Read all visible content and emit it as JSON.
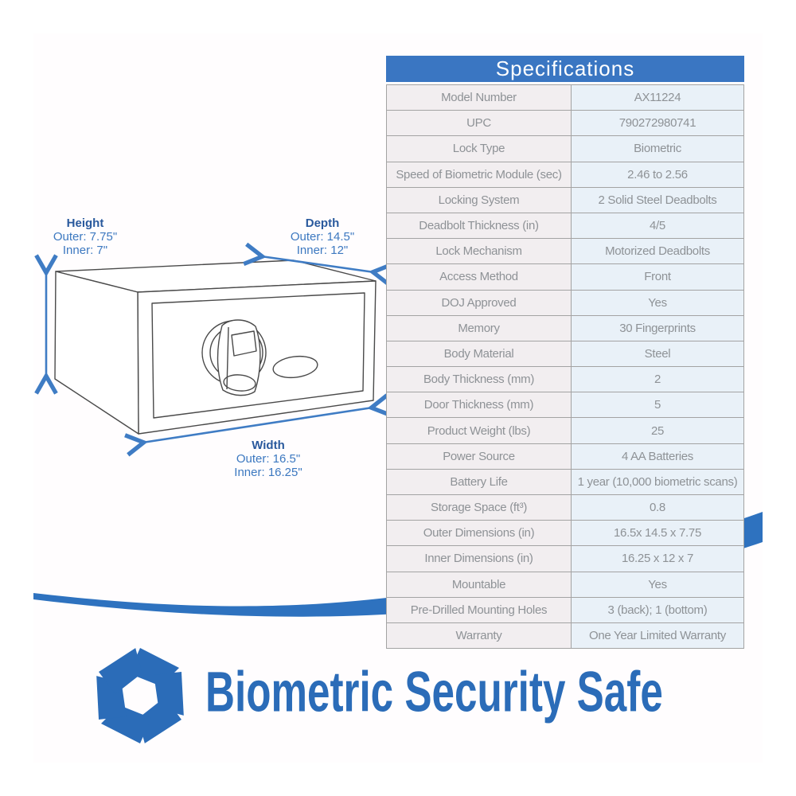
{
  "colors": {
    "accent_blue": "#3a76c2",
    "brand_blue": "#2b6cb8",
    "swoosh_blue": "#2e72bf",
    "dimension_arrow_blue": "#3f7cc4",
    "label_cell_bg": "#f2eef0",
    "value_cell_bg": "#e9f1f8",
    "cell_border_gray": "#a3a3a3",
    "cell_text_gray": "#8e9296"
  },
  "diagram": {
    "drawing": "biometric-safe-line-drawing",
    "height": {
      "title": "Height",
      "outer": "Outer: 7.75\"",
      "inner": "Inner: 7\""
    },
    "depth": {
      "title": "Depth",
      "outer": "Outer: 14.5\"",
      "inner": "Inner: 12\""
    },
    "width": {
      "title": "Width",
      "outer": "Outer: 16.5\"",
      "inner": "Inner: 16.25\""
    }
  },
  "table": {
    "title": "Specifications",
    "rows": [
      {
        "label": "Model Number",
        "value": "AX11224"
      },
      {
        "label": "UPC",
        "value": "790272980741"
      },
      {
        "label": "Lock Type",
        "value": "Biometric"
      },
      {
        "label": "Speed of Biometric Module (sec)",
        "value": "2.46 to 2.56"
      },
      {
        "label": "Locking System",
        "value": "2 Solid Steel Deadbolts"
      },
      {
        "label": "Deadbolt Thickness (in)",
        "value": "4/5"
      },
      {
        "label": "Lock Mechanism",
        "value": "Motorized Deadbolts"
      },
      {
        "label": "Access Method",
        "value": "Front"
      },
      {
        "label": "DOJ Approved",
        "value": "Yes"
      },
      {
        "label": "Memory",
        "value": "30 Fingerprints"
      },
      {
        "label": "Body Material",
        "value": "Steel"
      },
      {
        "label": "Body Thickness (mm)",
        "value": "2"
      },
      {
        "label": "Door Thickness (mm)",
        "value": "5"
      },
      {
        "label": "Product Weight (lbs)",
        "value": "25"
      },
      {
        "label": "Power Source",
        "value": "4 AA Batteries"
      },
      {
        "label": "Battery Life",
        "value": "1 year (10,000 biometric scans)"
      },
      {
        "label": "Storage Space (ft³)",
        "value": "0.8"
      },
      {
        "label": "Outer Dimensions (in)",
        "value": "16.5x 14.5 x 7.75"
      },
      {
        "label": "Inner Dimensions (in)",
        "value": "16.25 x 12 x 7"
      },
      {
        "label": "Mountable",
        "value": "Yes"
      },
      {
        "label": "Pre-Drilled Mounting Holes",
        "value": "3 (back); 1 (bottom)"
      },
      {
        "label": "Warranty",
        "value": "One Year Limited Warranty"
      }
    ]
  },
  "footer": {
    "logo_icon": "aperture-shutter-icon",
    "brand": "Biometric Security Safe"
  }
}
